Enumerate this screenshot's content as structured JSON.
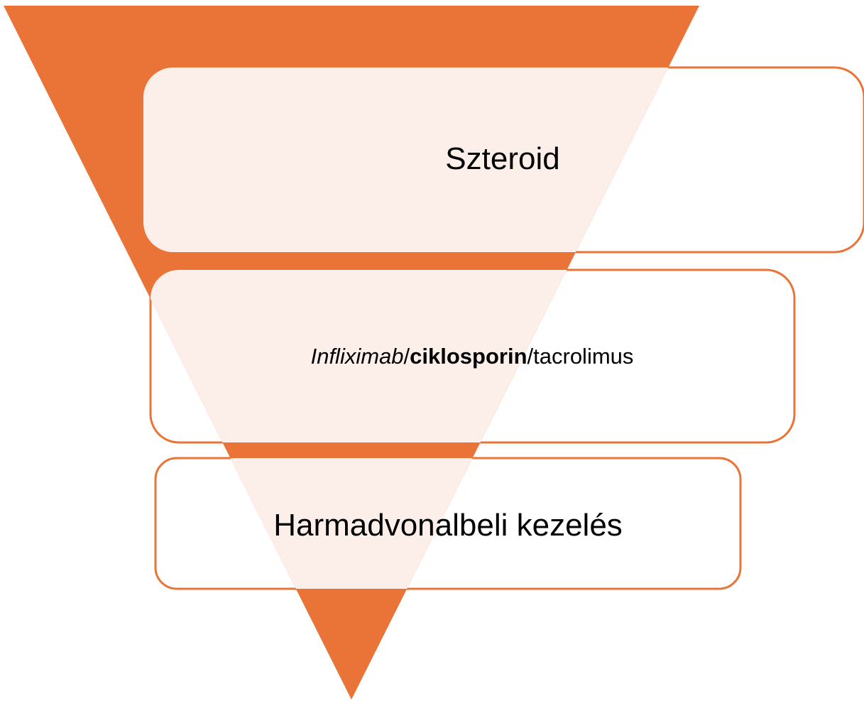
{
  "colors": {
    "funnel": "#ea7437",
    "box_border": "#ea7437",
    "box_fill": "#fcefe9",
    "background": "#ffffff",
    "text": "#000000"
  },
  "levels": [
    {
      "id": "level-1",
      "segments": [
        {
          "text": "Szteroid",
          "style": "normal"
        }
      ]
    },
    {
      "id": "level-2",
      "segments": [
        {
          "text": "Infliximab",
          "style": "italic"
        },
        {
          "text": "/",
          "style": "normal"
        },
        {
          "text": "ciklosporin",
          "style": "bold"
        },
        {
          "text": "/tacrolimus",
          "style": "normal"
        }
      ]
    },
    {
      "id": "level-3",
      "segments": [
        {
          "text": "Harmadvonalbeli kezelés",
          "style": "normal"
        }
      ]
    }
  ]
}
